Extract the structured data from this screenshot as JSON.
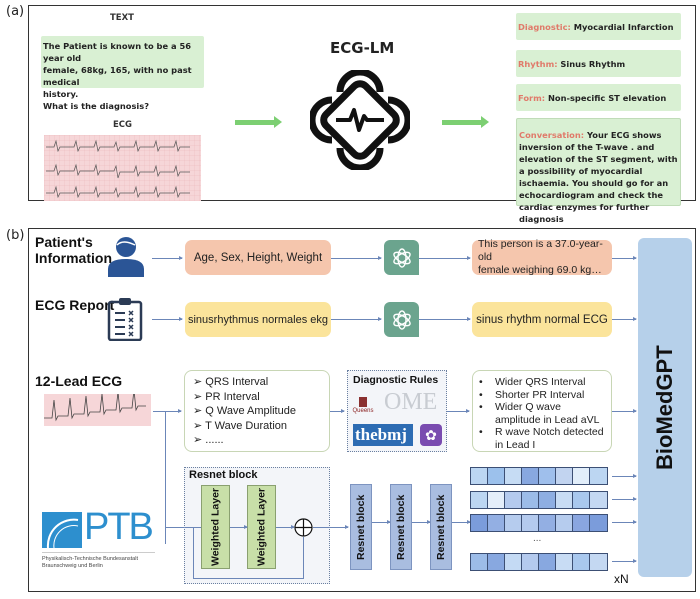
{
  "panel_a": {
    "label": "(a)",
    "text_heading": "TEXT",
    "prompt_lines": [
      "The Patient is known to be a 56 year old",
      "female, 68kg, 165, with no past medical",
      "history.",
      "What is the diagnosis?"
    ],
    "ecg_heading": "ECG",
    "model_title": "ECG-LM",
    "model_icon": "ecg-lm-logo-icon",
    "outputs": [
      {
        "key": "Diagnostic:",
        "value": " Myocardial Infarction"
      },
      {
        "key": "Rhythm:",
        "value": " Sinus Rhythm"
      },
      {
        "key": "Form:",
        "value": " Non-specific ST elevation"
      },
      {
        "key": "Conversation:",
        "value": " Your ECG shows inversion of the  T-wave . and elevation of the ST segment, with a possibility of myocardial ischaemia. You should go for an echocardiogram and check the cardiac enzymes for further diagnosis"
      }
    ],
    "colors": {
      "box_green": "#d9f0d3",
      "arrow_green": "#7ccf72",
      "key_red": "#e07a6a"
    }
  },
  "panel_b": {
    "label": "(b)",
    "rows": [
      {
        "title_lines": [
          "Patient's",
          "Information"
        ],
        "icon": "patient-icon",
        "input": "Age, Sex, Height, Weight",
        "output_lines": [
          "This person is a 37.0-year-old",
          "female weighing 69.0 kg…"
        ]
      },
      {
        "title_lines": [
          "ECG Report"
        ],
        "icon": "clipboard-icon",
        "input": "sinusrhythmus normales ekg",
        "output_lines": [
          "sinus rhythm normal ECG"
        ]
      }
    ],
    "ecg12": {
      "title": "12-Lead ECG",
      "features": [
        "➢ QRS Interval",
        "➢ PR Interval",
        "➢ Q Wave Amplitude",
        "➢ T Wave Duration",
        "➢ ......"
      ],
      "rules_title": "Diagnostic Rules",
      "rule_sources": [
        "Queens",
        "OME",
        "thebmj"
      ],
      "findings": [
        "Wider QRS Interval",
        "Shorter PR Interval",
        "Wider Q wave amplitude in Lead aVL",
        "R wave Notch detected in Lead I"
      ]
    },
    "resnet": {
      "block_title": "Resnet block",
      "layers": [
        "Weighted Layer",
        "Weighted Layer"
      ],
      "stack": [
        "Resnet block",
        "Resnet block",
        "Resnet block"
      ],
      "ellipsis": "...",
      "repeat_label": "xN",
      "embedding_rows": [
        [
          "#bcd6f2",
          "#9cc1ec",
          "#c6dcf4",
          "#88a8e0",
          "#9fbfec",
          "#c2d4f0",
          "#e2eefa",
          "#bcd6f2"
        ],
        [
          "#bcd6f2",
          "#e4eefa",
          "#b4caee",
          "#9cbce8",
          "#8eaee2",
          "#c8dcf4",
          "#a9c8ee",
          "#c4d8f2"
        ],
        [
          "#7b9cdb",
          "#93afe3",
          "#b6ccee",
          "#b4caee",
          "#93afe3",
          "#b6ccee",
          "#8aa6e0",
          "#7b9cdb"
        ],
        [
          "#9cbce8",
          "#88a8e0",
          "#c4daf4",
          "#b4caee",
          "#88a8e0",
          "#c8dcf4",
          "#a9c8ee",
          "#c4d8f2"
        ]
      ]
    },
    "ptb": {
      "logo": "PTB",
      "caption_lines": [
        "Physikalisch-Technische Bundesanstalt",
        "Braunschweig und Berlin"
      ]
    },
    "model": "BioMedGPT",
    "colors": {
      "salmon": "#f5c6ad",
      "yellow": "#fbe49b",
      "gpt_green": "#6ba48e",
      "biomed_blue": "#b6d0ea",
      "weighted_green": "#c8dfa8",
      "resnet_blue": "#a9bde0"
    }
  }
}
